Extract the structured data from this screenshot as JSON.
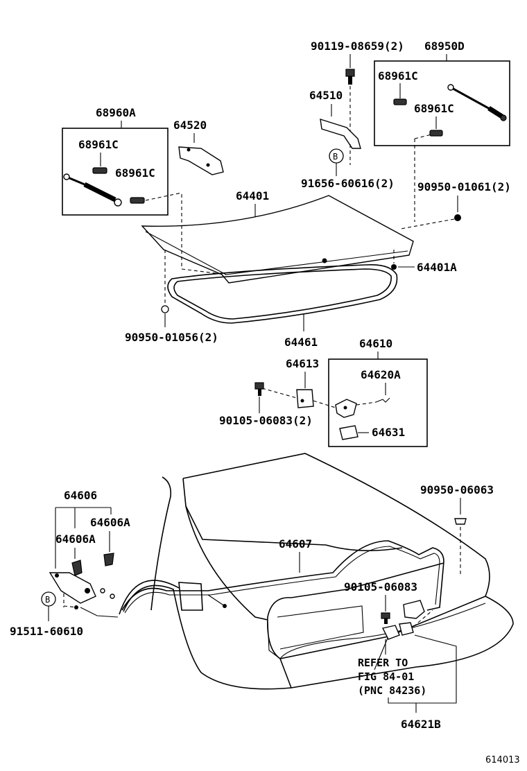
{
  "figure_id": "614013",
  "callouts": {
    "bolt_90119": "90119-08659(2)",
    "strut_kit_rh": "68950D",
    "stud_68961c_a": "68961C",
    "stud_68961c_b": "68961C",
    "hinge_64510": "64510",
    "b_marker_top": "B",
    "bolt_91656": "91656-60616(2)",
    "strut_kit_lh": "68960A",
    "stud_68961c_c": "68961C",
    "stud_68961c_d": "68961C",
    "hinge_64520": "64520",
    "lid_64401": "64401",
    "cushion_90950_01061": "90950-01061(2)",
    "cushion_64401a": "64401A",
    "cushion_90950_01056": "90950-01056(2)",
    "weatherstrip_64461": "64461",
    "lock_assy_64610": "64610",
    "striker_64613": "64613",
    "spring_64620a": "64620A",
    "bolt_90105_a": "90105-06083(2)",
    "cover_64631": "64631",
    "opener_64606": "64606",
    "opener_64606a_a": "64606A",
    "opener_64606a_b": "64606A",
    "cable_64607": "64607",
    "cushion_90950_06063": "90950-06063",
    "bolt_90105_b": "90105-06083",
    "b_marker_bottom": "B",
    "bolt_91511": "91511-60610",
    "refer_line1": "REFER TO",
    "refer_line2": "FIG 84-01",
    "refer_line3": "(PNC 84236)",
    "lock_64621b": "64621B"
  }
}
